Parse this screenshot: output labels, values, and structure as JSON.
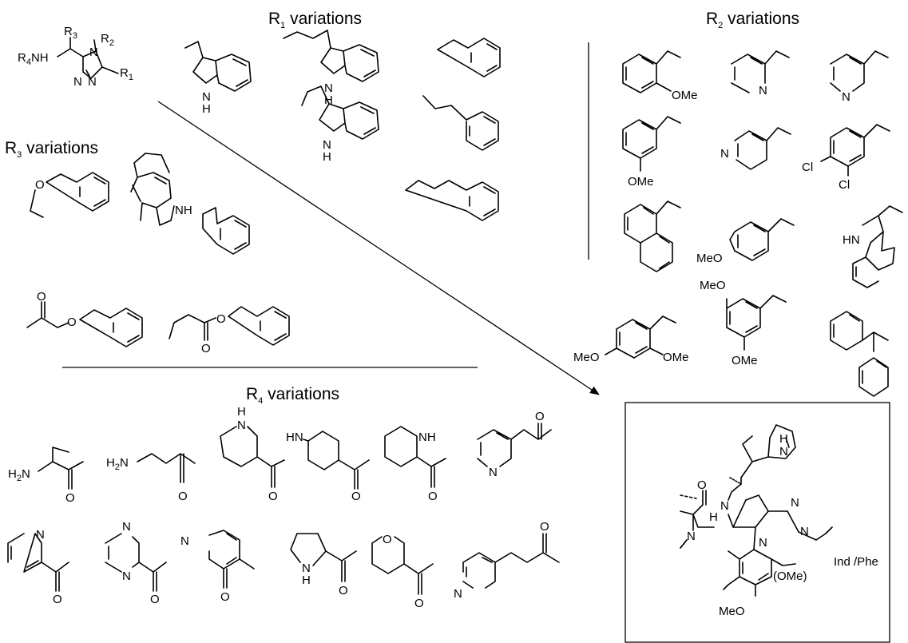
{
  "headings": {
    "r1": {
      "base": "R",
      "sub": "1",
      "rest": " variations"
    },
    "r2": {
      "base": "R",
      "sub": "2",
      "rest": " variations"
    },
    "r3": {
      "base": "R",
      "sub": "3",
      "rest": " variations"
    },
    "r4": {
      "base": "R",
      "sub": "4",
      "rest": " variations"
    }
  },
  "core": {
    "r3": {
      "base": "R",
      "sub": "3"
    },
    "r2": {
      "base": "R",
      "sub": "2"
    },
    "r1": {
      "base": "R",
      "sub": "1"
    },
    "r4nh": {
      "base": "R",
      "sub": "4",
      "rest": "NH"
    },
    "n4": "N",
    "n1": "N",
    "n2": "N"
  },
  "r2_labels": {
    "ome_1": "OMe",
    "n_pyr2": "N",
    "n_pyr3": "N",
    "ome_meta": "OMe",
    "n_pyr4": "N",
    "cl_a": "Cl",
    "cl_b": "Cl",
    "meo_para": "MeO",
    "hn_indole": "HN",
    "meo_24": "MeO",
    "ome_24": "OMe",
    "meo_35": "MeO",
    "ome_35": "OMe"
  },
  "r1_labels": {
    "nh_a1": "N",
    "nh_a2": "H",
    "nh_b1": "N",
    "nh_b2": "H",
    "nh_c1": "N",
    "nh_c2": "H"
  },
  "r3_labels": {
    "o_ether": "O",
    "nh_indole": "NH",
    "o_ester1a": "O",
    "o_ester1b": "O",
    "o_ester2a": "O",
    "o_ester2b": "O"
  },
  "r4_labels": {
    "h2n_1": "H",
    "h2n_1b": "2",
    "h2n_1c": "N",
    "o_1": "O",
    "h2n_2": "H",
    "h2n_2b": "2",
    "h2n_2c": "N",
    "o_2": "O",
    "h_pip3": "H",
    "n_pip3": "N",
    "o_3": "O",
    "hn_pip4": "HN",
    "o_4": "O",
    "nh_pip2": "NH",
    "o_5": "O",
    "o_6": "O",
    "n_pyr6": "N",
    "n_pyr7": "N",
    "o_7": "O",
    "n_pz1": "N",
    "n_pz2": "N",
    "o_8": "O",
    "n_pyr9": "N",
    "o_9": "O",
    "n_pyrr": "N",
    "h_pyrr": "H",
    "o_10": "O",
    "o_thp": "O",
    "o_11": "O",
    "o_12": "O",
    "n_pyr12": "N"
  },
  "box": {
    "h_ind": "H",
    "n_ind": "N",
    "o_amide": "O",
    "n_amine": "N",
    "n_amide": "N",
    "h_amide": "H",
    "n_tri1": "N",
    "n_tri2": "N",
    "n_tri4": "N",
    "ome_paren": "(OMe)",
    "meo_box": "MeO",
    "ind_phe": "Ind /Phe"
  }
}
